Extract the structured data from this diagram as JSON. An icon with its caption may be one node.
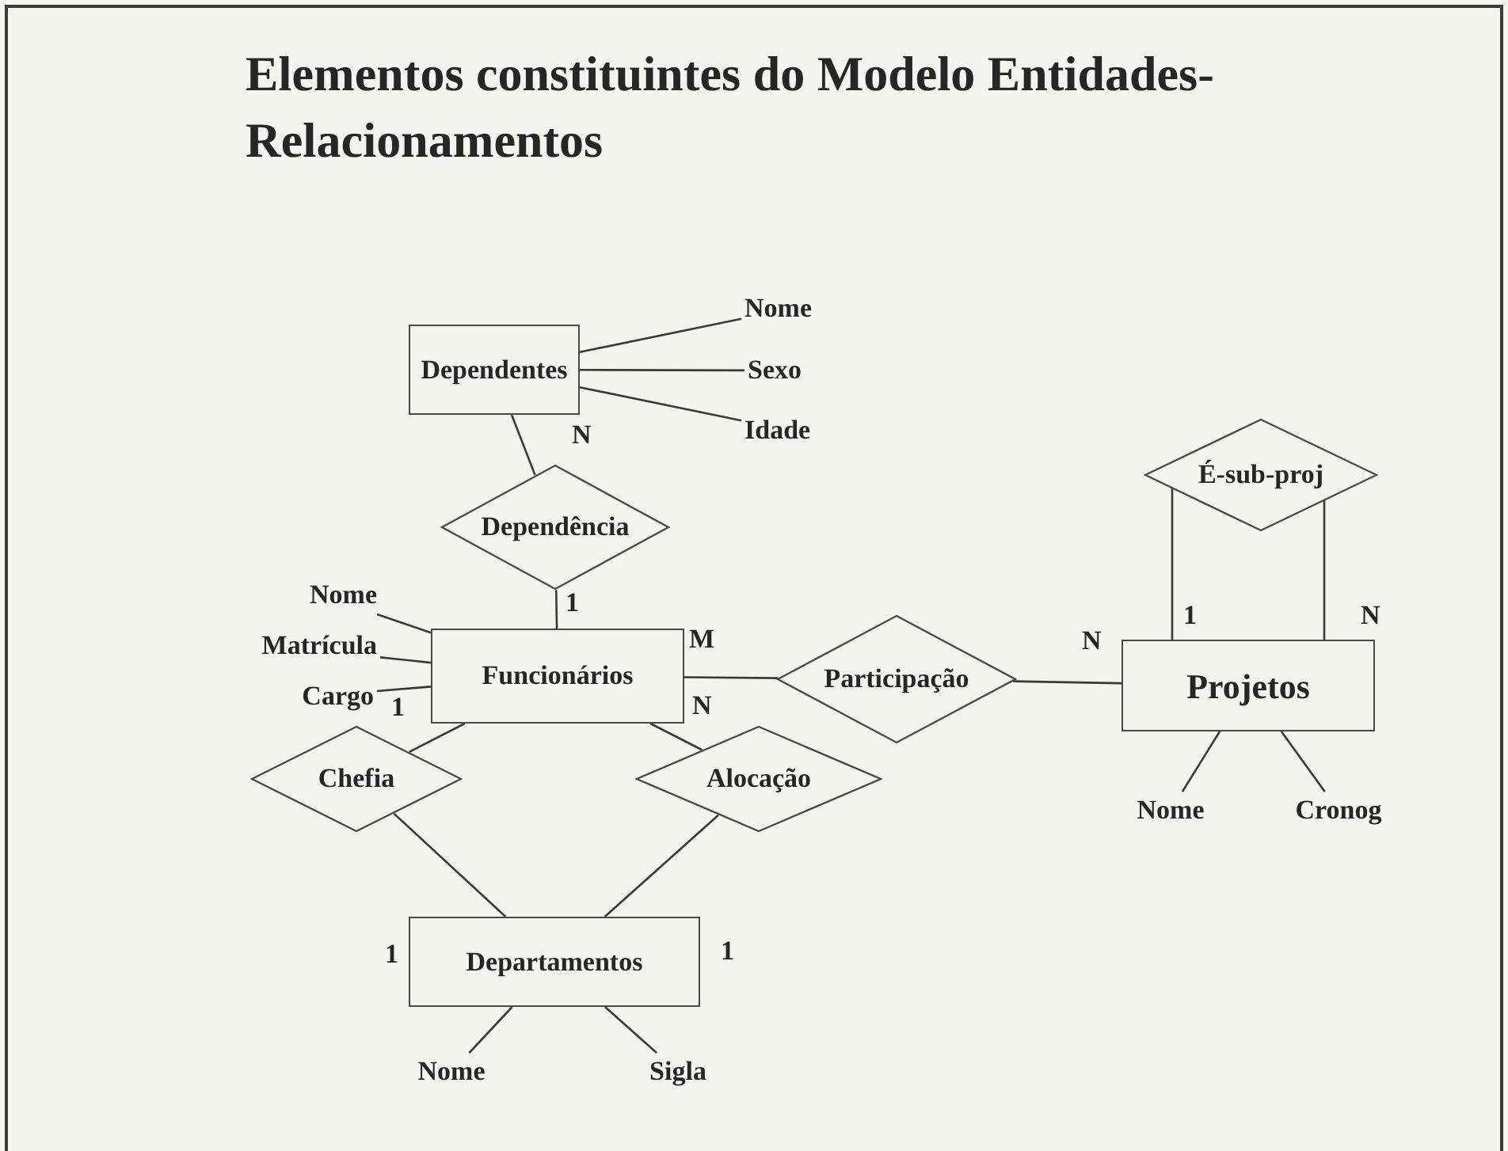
{
  "diagram": {
    "title": "Elementos constituintes do Modelo Entidades-Relacionamentos",
    "nodes": [
      {
        "text": [
          "Dependentes"
        ]
      },
      {
        "text": [
          "Nome"
        ]
      },
      {
        "text": [
          "Sexo"
        ]
      },
      {
        "text": [
          "Idade"
        ]
      },
      {
        "text": [
          "Dependência"
        ]
      },
      {
        "text": [
          "Funcionários"
        ]
      },
      {
        "text": [
          "Nome"
        ]
      },
      {
        "text": [
          "Matrícula"
        ]
      },
      {
        "text": [
          "Cargo"
        ]
      },
      {
        "text": [
          "Participação"
        ]
      },
      {
        "text": [
          "Projetos"
        ]
      },
      {
        "text": [
          "É-sub-proj"
        ]
      },
      {
        "text": [
          "Nome"
        ]
      },
      {
        "text": [
          "Cronog"
        ]
      },
      {
        "text": [
          "Chefia"
        ]
      },
      {
        "text": [
          "Alocação"
        ]
      },
      {
        "text": [
          "Departamentos"
        ]
      },
      {
        "text": [
          "Nome"
        ]
      },
      {
        "text": [
          "Sigla"
        ]
      }
    ],
    "edges": [
      {
        "from": 0,
        "to": 1,
        "arrow": "none"
      },
      {
        "from": 0,
        "to": 2,
        "arrow": "none"
      },
      {
        "from": 0,
        "to": 3,
        "arrow": "none"
      },
      {
        "from": 4,
        "to": 0,
        "arrow": "none",
        "label": "N"
      },
      {
        "from": 4,
        "to": 5,
        "arrow": "none",
        "label": "1"
      },
      {
        "from": 5,
        "to": 6,
        "arrow": "none"
      },
      {
        "from": 5,
        "to": 7,
        "arrow": "none"
      },
      {
        "from": 5,
        "to": 8,
        "arrow": "none"
      },
      {
        "from": 9,
        "to": 5,
        "arrow": "none",
        "label": "M"
      },
      {
        "from": 9,
        "to": 10,
        "arrow": "none",
        "label": "N"
      },
      {
        "from": 11,
        "to": 10,
        "arrow": "none",
        "label": "1"
      },
      {
        "from": 11,
        "to": 10,
        "arrow": "none",
        "label": "N"
      },
      {
        "from": 10,
        "to": 12,
        "arrow": "none"
      },
      {
        "from": 10,
        "to": 13,
        "arrow": "none"
      },
      {
        "from": 14,
        "to": 5,
        "arrow": "none",
        "label": "1"
      },
      {
        "from": 14,
        "to": 16,
        "arrow": "none",
        "label": "1"
      },
      {
        "from": 15,
        "to": 5,
        "arrow": "none",
        "label": "N"
      },
      {
        "from": 15,
        "to": 16,
        "arrow": "none",
        "label": "1"
      },
      {
        "from": 16,
        "to": 17,
        "arrow": "none"
      },
      {
        "from": 16,
        "to": 18,
        "arrow": "none"
      }
    ]
  }
}
